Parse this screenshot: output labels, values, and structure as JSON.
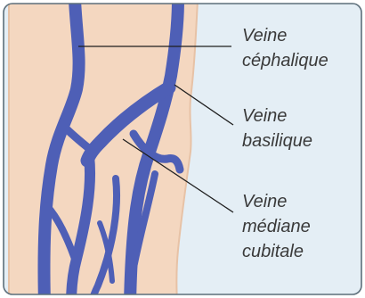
{
  "colors": {
    "background": "#e4eef5",
    "border": "#5c6e7a",
    "skin": "#f4d7c0",
    "skin_edge": "#e7c2a6",
    "vein": "#4e5fb6",
    "vein_dark": "#3f4f9e",
    "leader": "#1e1e1e",
    "text": "#3a3a3a"
  },
  "labels": {
    "cephalique": {
      "line1": "Veine",
      "line2": "céphalique"
    },
    "basilique": {
      "line1": "Veine",
      "line2": "basilique"
    },
    "mediane": {
      "line1": "Veine",
      "line2": "médiane",
      "line3": "cubitale"
    }
  }
}
